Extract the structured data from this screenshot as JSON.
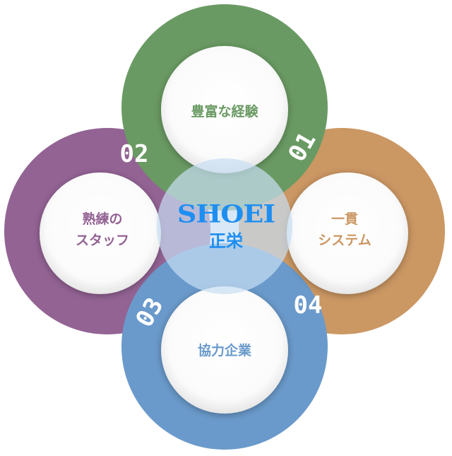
{
  "center": {
    "logo_text": "SHOEI",
    "name": "正栄"
  },
  "segments": [
    {
      "number": "01",
      "label": [
        "豊富な経験"
      ],
      "color": "#6a9a63"
    },
    {
      "number": "02",
      "label": [
        "熟練の",
        "スタッフ"
      ],
      "color": "#936394"
    },
    {
      "number": "03",
      "label": [
        "協力企業"
      ],
      "color": "#6a9acb"
    },
    {
      "number": "04",
      "label": [
        "一貫",
        "システム"
      ],
      "color": "#cb9763"
    }
  ]
}
